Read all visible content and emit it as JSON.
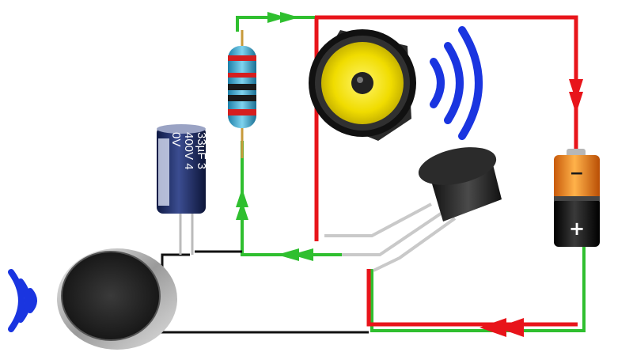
{
  "colors": {
    "wire_red": "#e8141a",
    "wire_green": "#2fbf2f",
    "wire_black": "#111111",
    "sound_waves": "#1a35e0",
    "speaker_cone": "#f3e600",
    "battery_top": "#f0821e",
    "battery_body": "#1b1b1b",
    "capacitor_sleeve": "#1e2d66",
    "resistor_body": "#3aa9d6"
  },
  "components": {
    "capacitor": {
      "marking_line_1": "33µF 3",
      "marking_line_2": "400V 4",
      "marking_line_3": "0V"
    },
    "battery": {
      "minus_sign": "−",
      "plus_sign": "+"
    }
  },
  "icons": [
    "microphone-icon",
    "speaker-icon",
    "sound-wave-icon",
    "battery-icon",
    "capacitor-icon",
    "resistor-icon",
    "transistor-icon",
    "arrow-icon"
  ]
}
